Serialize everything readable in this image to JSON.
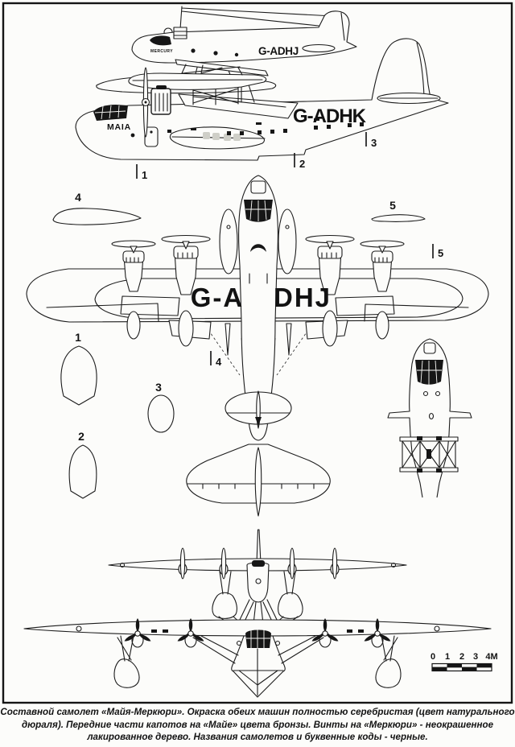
{
  "page": {
    "ink": "#1c1c1c",
    "paper": "#fcfcfa"
  },
  "drawing": {
    "side_view": {
      "mercury_name": "MERCURY",
      "mercury_reg": "G-ADHJ",
      "maia_name": "MAIA",
      "maia_reg": "G-ADHK",
      "callouts": [
        "1",
        "2",
        "3"
      ]
    },
    "plan_view": {
      "reg_left": "G-A",
      "reg_right": "DHJ",
      "section_labels": [
        "4",
        "5"
      ],
      "ticks": [
        "4",
        "5"
      ]
    },
    "details": [
      "1",
      "2",
      "3"
    ],
    "scale_bar": {
      "ticks": [
        "0",
        "1",
        "2",
        "3",
        "4M"
      ]
    }
  },
  "caption": {
    "line1": "Составной самолет «Майя-Меркюри». Окраска обеих машин полностью серебристая (цвет натурального",
    "line2": "дюраля). Передние части капотов на «Майе» цвета бронзы. Винты на «Меркюри» - неокрашенное",
    "line3": "лакированное дерево. Названия самолетов и буквенные коды - черные."
  }
}
